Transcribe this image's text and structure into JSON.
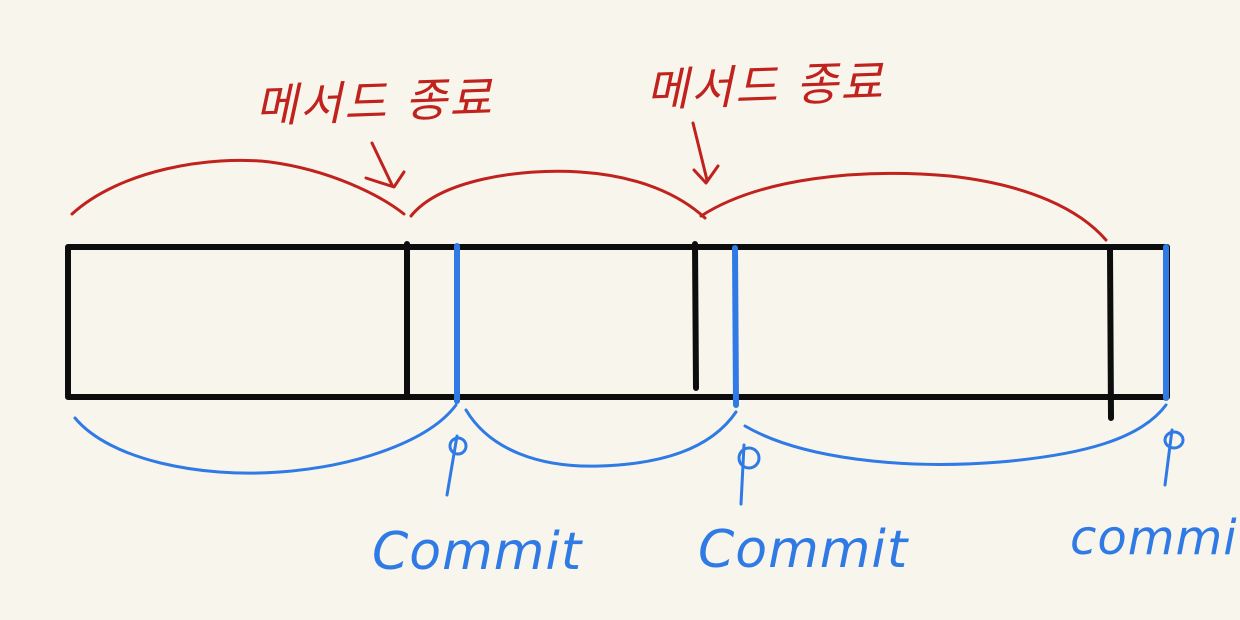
{
  "colors": {
    "background": "#f8f5ec",
    "bar": "#0d0d0d",
    "method_end": "#c0221d",
    "commit": "#2f7ae5"
  },
  "labels": {
    "method_end_1": "메서드 종료",
    "method_end_2": "메서드 종료",
    "commit_1": "Commit",
    "commit_2": "Commit",
    "commit_3": "commit"
  }
}
